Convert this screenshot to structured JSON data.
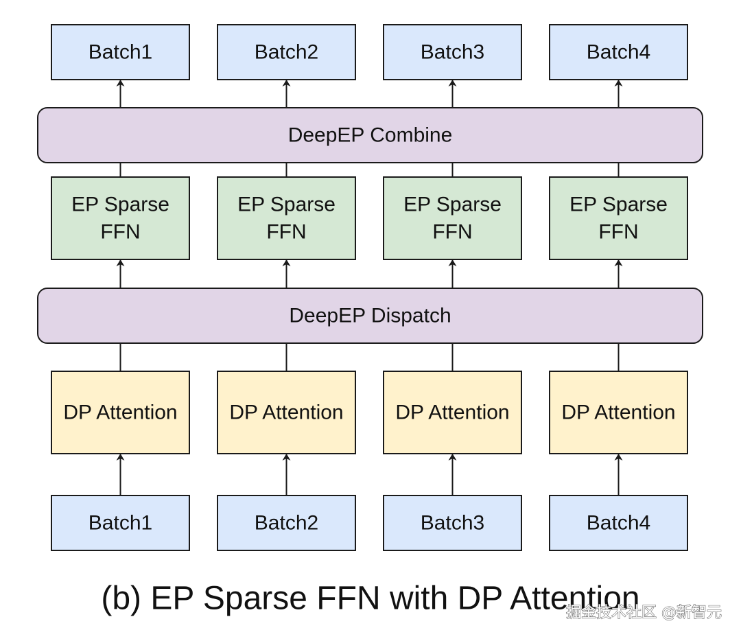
{
  "colors": {
    "batch_fill": "#dae8fc",
    "ffn_fill": "#d5e8d4",
    "attention_fill": "#fff2cc",
    "combine_fill": "#e1d5e7",
    "stroke": "#1a1a1a"
  },
  "output_batches": [
    "Batch1",
    "Batch2",
    "Batch3",
    "Batch4"
  ],
  "combine_label": "DeepEP Combine",
  "ffn_blocks": [
    {
      "line1": "EP Sparse",
      "line2": "FFN"
    },
    {
      "line1": "EP Sparse",
      "line2": "FFN"
    },
    {
      "line1": "EP Sparse",
      "line2": "FFN"
    },
    {
      "line1": "EP Sparse",
      "line2": "FFN"
    }
  ],
  "dispatch_label": "DeepEP Dispatch",
  "attention_blocks": [
    "DP Attention",
    "DP Attention",
    "DP Attention",
    "DP Attention"
  ],
  "input_batches": [
    "Batch1",
    "Batch2",
    "Batch3",
    "Batch4"
  ],
  "caption": "(b) EP Sparse FFN with DP Attention",
  "watermark": "掘金技术社区 @新智元"
}
